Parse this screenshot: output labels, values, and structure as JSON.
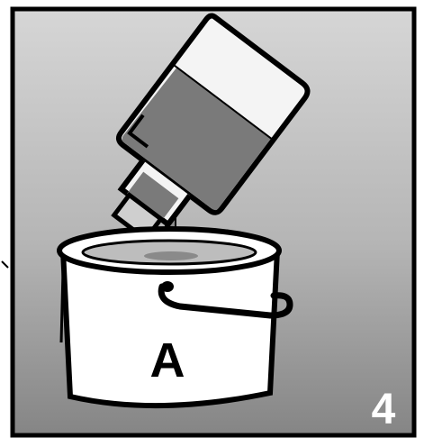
{
  "panel": {
    "bucket_label": "A",
    "step_number": "4"
  },
  "illustration": {
    "subject": "pouring-container-into-bucket",
    "colors": {
      "background_light": "#dcdcdc",
      "background_dark": "#858585",
      "outline": "#000000",
      "bucket_fill": "#ffffff",
      "liquid": "#7a7a7a",
      "container_fill": "#f4f4f4"
    }
  }
}
